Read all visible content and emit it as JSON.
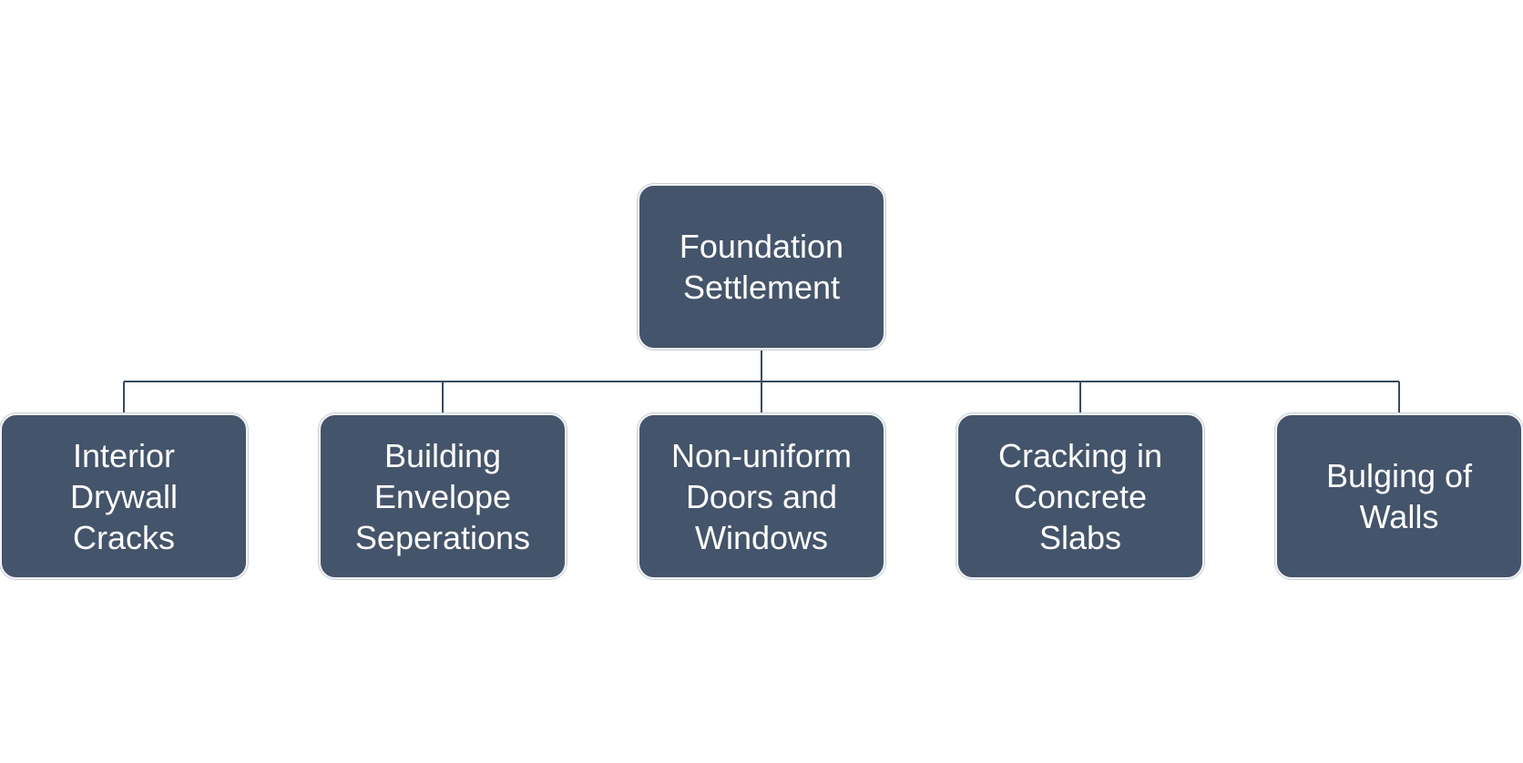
{
  "diagram": {
    "root": {
      "label": "Foundation\nSettlement"
    },
    "children": [
      {
        "label": "Interior\nDrywall\nCracks"
      },
      {
        "label": "Building\nEnvelope\nSeperations"
      },
      {
        "label": "Non-uniform\nDoors and\nWindows"
      },
      {
        "label": "Cracking in\nConcrete\nSlabs"
      },
      {
        "label": "Bulging of\nWalls"
      }
    ]
  },
  "colors": {
    "node_fill": "#44546a",
    "node_text": "#ffffff",
    "connector": "#3a4a5e",
    "background": "#ffffff"
  }
}
